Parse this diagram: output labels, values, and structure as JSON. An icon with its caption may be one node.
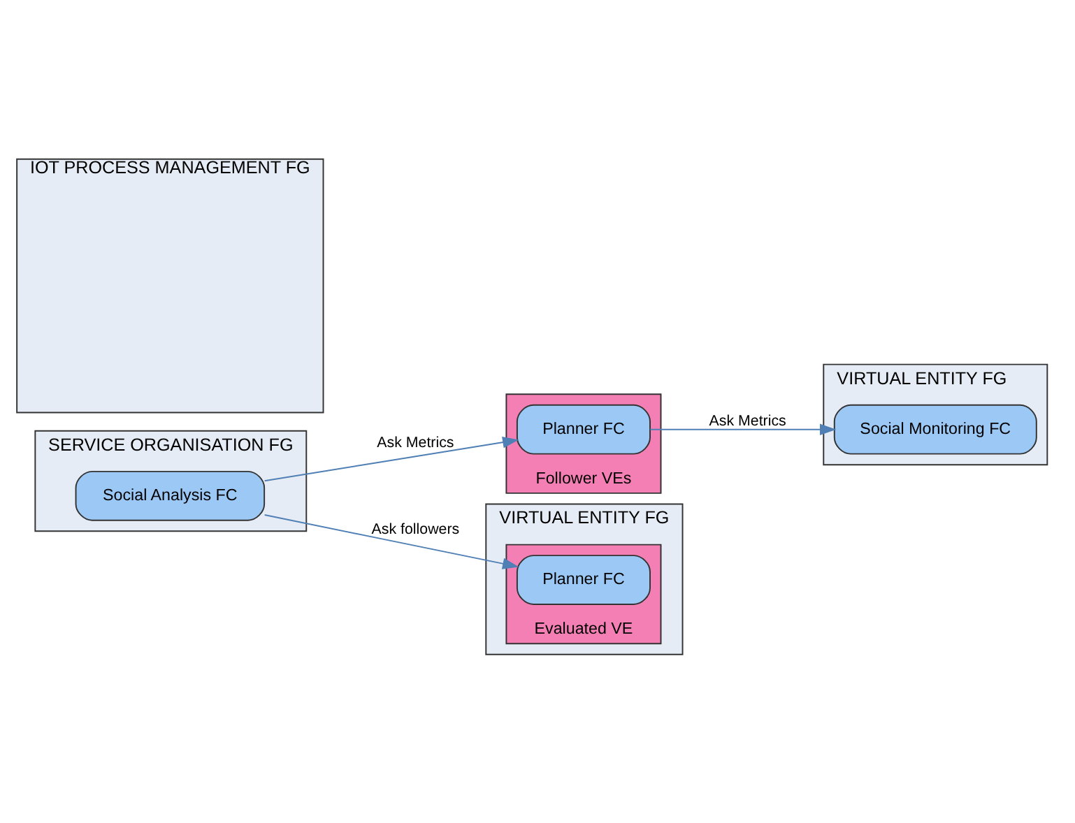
{
  "diagram": {
    "nodes": [
      {
        "text": [
          "SERVICE ORGANISATION FG"
        ]
      },
      {
        "text": [
          "Social Analysis FC"
        ],
        "in": 0
      },
      {
        "text": [
          "IOT PROCESS MANAGEMENT FG"
        ]
      },
      {
        "text": [
          "VIRTUAL ENTITY FG"
        ]
      },
      {
        "text": [
          "Social Monitoring FC"
        ],
        "in": 3
      },
      {
        "text": [
          "Follower VEs"
        ]
      },
      {
        "text": [
          "Planner FC"
        ],
        "in": 5
      },
      {
        "text": [
          "VIRTUAL ENTITY FG"
        ]
      },
      {
        "text": [
          "Evaluated VE"
        ],
        "in": 7
      },
      {
        "text": [
          "Planner FC"
        ],
        "in": 8
      }
    ],
    "edges": [
      {
        "from": 1,
        "to": 6,
        "arrow": "to",
        "label": "Ask Metrics"
      },
      {
        "from": 6,
        "to": 4,
        "arrow": "to",
        "label": "Ask Metrics"
      },
      {
        "from": 1,
        "to": 9,
        "arrow": "to",
        "label": "Ask followers"
      }
    ]
  }
}
